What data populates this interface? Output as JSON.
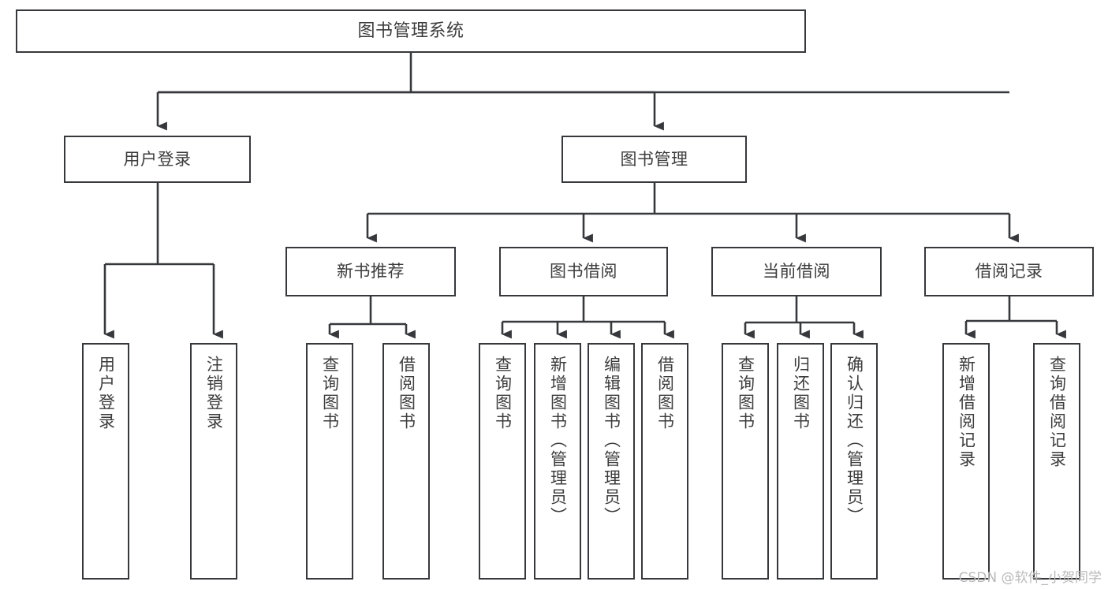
{
  "diagram": {
    "type": "tree",
    "title": "图书管理系统",
    "orientation": "top-down",
    "colors": {
      "box_border": "#36383b",
      "box_fill": "#ffffff",
      "text": "#3d3d3d",
      "edge": "#36383b",
      "background": "#ffffff",
      "watermark": "#b9b9b9"
    }
  },
  "nodes": {
    "root": {
      "label": "图书管理系统"
    },
    "level2": [
      {
        "label": "用户登录"
      },
      {
        "label": "图书管理"
      }
    ],
    "level3": [
      {
        "label": "新书推荐"
      },
      {
        "label": "图书借阅"
      },
      {
        "label": "当前借阅"
      },
      {
        "label": "借阅记录"
      }
    ],
    "leaves": {
      "user_login": [
        {
          "label": "用户登录"
        },
        {
          "label": "注销登录"
        }
      ],
      "new_book_recommend": [
        {
          "label": "查询图书"
        },
        {
          "label": "借阅图书"
        }
      ],
      "book_borrow": [
        {
          "label": "查询图书"
        },
        {
          "label": "新增图书（管理员）"
        },
        {
          "label": "编辑图书（管理员）"
        },
        {
          "label": "借阅图书"
        }
      ],
      "current_borrow": [
        {
          "label": "查询图书"
        },
        {
          "label": "归还图书"
        },
        {
          "label": "确认归还（管理员）"
        }
      ],
      "borrow_record": [
        {
          "label": "新增借阅记录"
        },
        {
          "label": "查询借阅记录"
        }
      ]
    }
  },
  "watermark": {
    "text": "CSDN @软件_小贺同学"
  }
}
